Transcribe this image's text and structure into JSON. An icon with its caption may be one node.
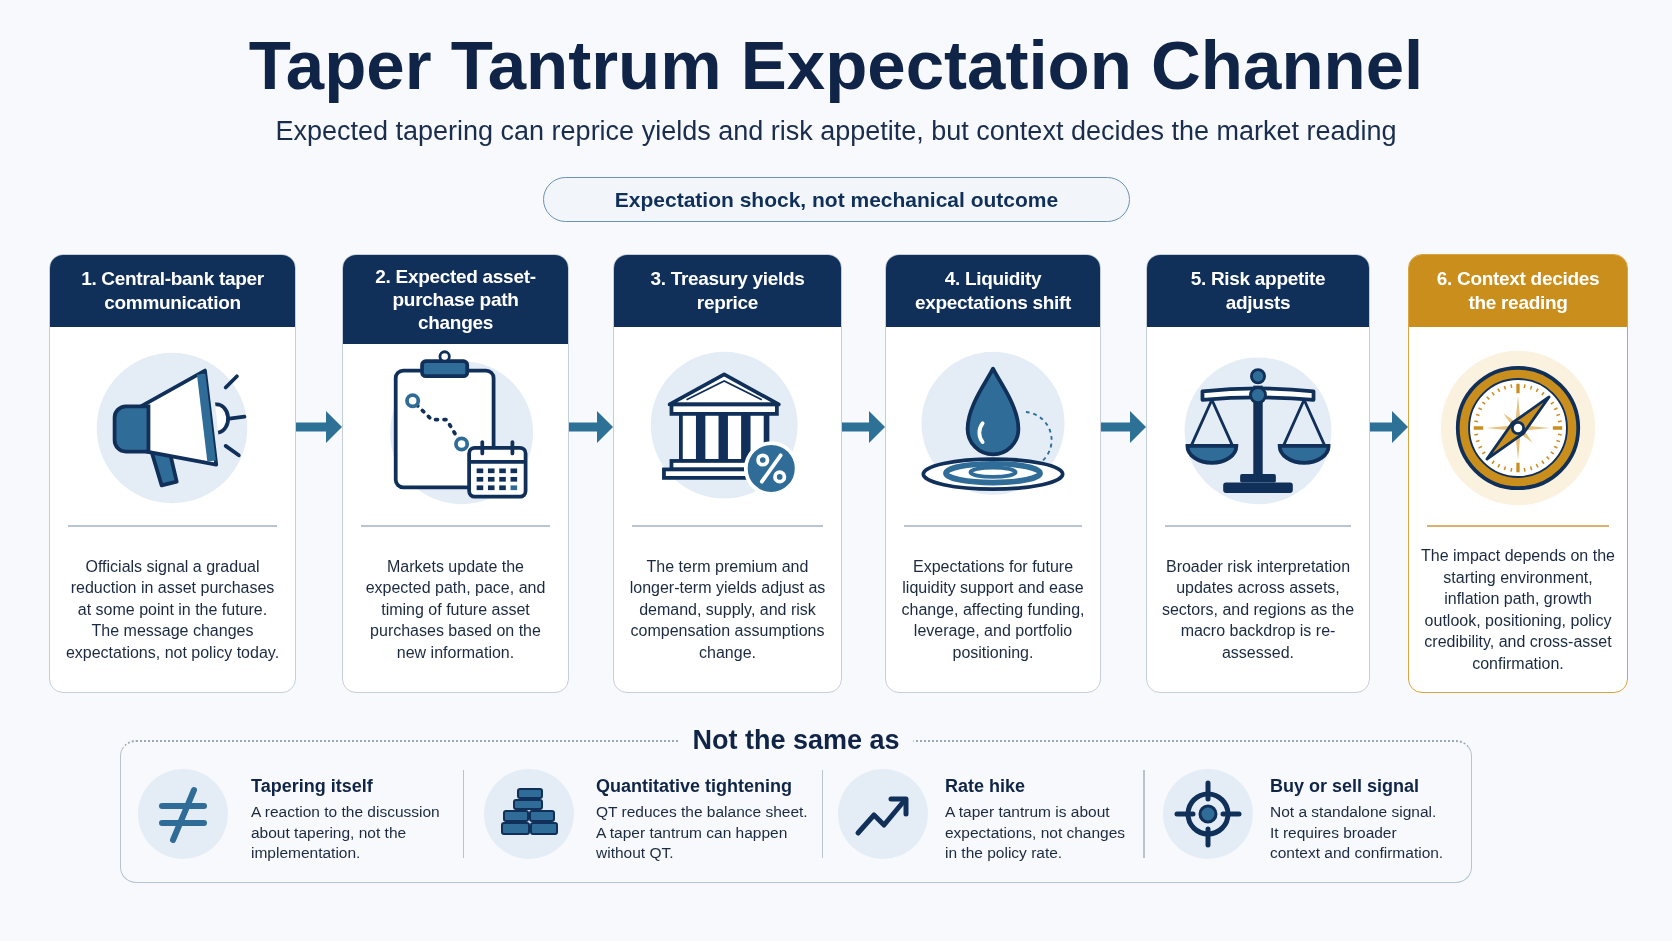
{
  "diagram": {
    "title": "Taper Tantrum Expectation Channel",
    "nodes": [
      {
        "text": [
          "Expectation shock, not mechanical outcome"
        ]
      },
      {
        "text": [
          "1. Central-bank taper communication",
          "Officials signal a gradual reduction in asset purchases at some point in the future. The message changes expectations, not policy today."
        ]
      },
      {
        "text": [
          "2. Expected asset-purchase path changes",
          "Markets update the expected path, pace, and timing of future asset purchases based on the new information."
        ]
      },
      {
        "text": [
          "3. Treasury yields reprice",
          "The term premium and longer-term yields adjust as demand, supply, and risk compensation assumptions change."
        ]
      },
      {
        "text": [
          "4. Liquidity expectations shift",
          "Expectations for future liquidity support and ease change, affecting funding, leverage, and portfolio positioning."
        ]
      },
      {
        "text": [
          "5. Risk appetite adjusts",
          "Broader risk interpretation updates across assets, sectors, and regions as the macro backdrop is re-assessed."
        ]
      },
      {
        "text": [
          "6. Context decides the reading",
          "The impact depends on the starting environment, inflation path, growth outlook, positioning, policy credibility, and cross-asset confirmation."
        ]
      },
      {
        "text": [
          "Not the same as"
        ]
      },
      {
        "text": [
          "Tapering itself",
          "A reaction to the discussion about tapering, not the implementation."
        ],
        "in": 7
      },
      {
        "text": [
          "Quantitative tightening",
          "QT reduces the balance sheet. A taper tantrum can happen without QT."
        ],
        "in": 7
      },
      {
        "text": [
          "Rate hike",
          "A taper tantrum is about expectations, not changes in the policy rate."
        ],
        "in": 7
      },
      {
        "text": [
          "Buy or sell signal",
          "Not a standalone signal. It requires broader context and confirmation."
        ],
        "in": 7
      }
    ],
    "edges": [
      {
        "from": 1,
        "to": 2,
        "arrow": "to"
      },
      {
        "from": 2,
        "to": 3,
        "arrow": "to"
      },
      {
        "from": 3,
        "to": 4,
        "arrow": "to"
      },
      {
        "from": 4,
        "to": 5,
        "arrow": "to"
      },
      {
        "from": 5,
        "to": 6,
        "arrow": "to"
      }
    ],
    "labels": [
      "Expected tapering can reprice yields and risk appetite, but context decides the market reading"
    ]
  }
}
